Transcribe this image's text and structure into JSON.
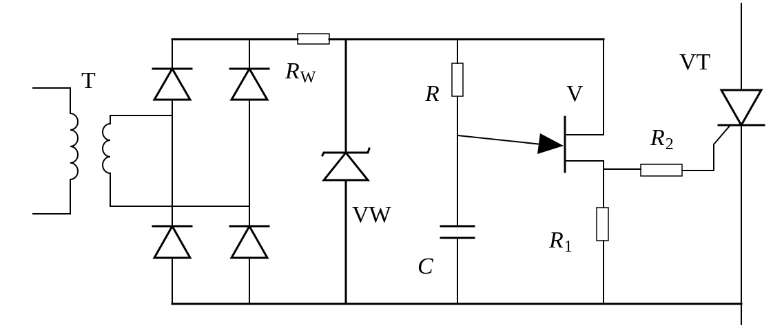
{
  "labels": {
    "transformer": "T",
    "rw": {
      "main": "R",
      "sub": "W"
    },
    "r": "R",
    "v": "V",
    "vt": "VT",
    "r2": {
      "main": "R",
      "sub": "2"
    },
    "vw": "VW",
    "r1": {
      "main": "R",
      "sub": "1"
    },
    "c": "C"
  },
  "colors": {
    "wire": "#000000",
    "background": "#ffffff"
  }
}
